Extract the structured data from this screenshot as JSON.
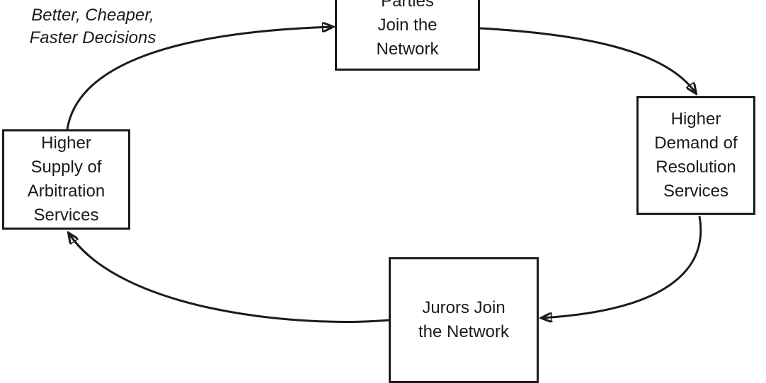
{
  "diagram": {
    "type": "cycle",
    "annotation": "Better, Cheaper,\nFaster Decisions",
    "nodes": {
      "parties": {
        "label": "Parties\nJoin the\nNetwork"
      },
      "demand": {
        "label": "Higher\nDemand of\nResolution\nServices"
      },
      "jurors": {
        "label": "Jurors Join\nthe Network"
      },
      "supply": {
        "label": "Higher\nSupply of\nArbitration\nServices"
      }
    },
    "edges": [
      {
        "from": "supply",
        "to": "parties"
      },
      {
        "from": "parties",
        "to": "demand"
      },
      {
        "from": "demand",
        "to": "jurors"
      },
      {
        "from": "jurors",
        "to": "supply"
      }
    ],
    "colors": {
      "ink": "#1b1b1b",
      "background": "#ffffff",
      "node_fill": "#ffffff"
    }
  }
}
